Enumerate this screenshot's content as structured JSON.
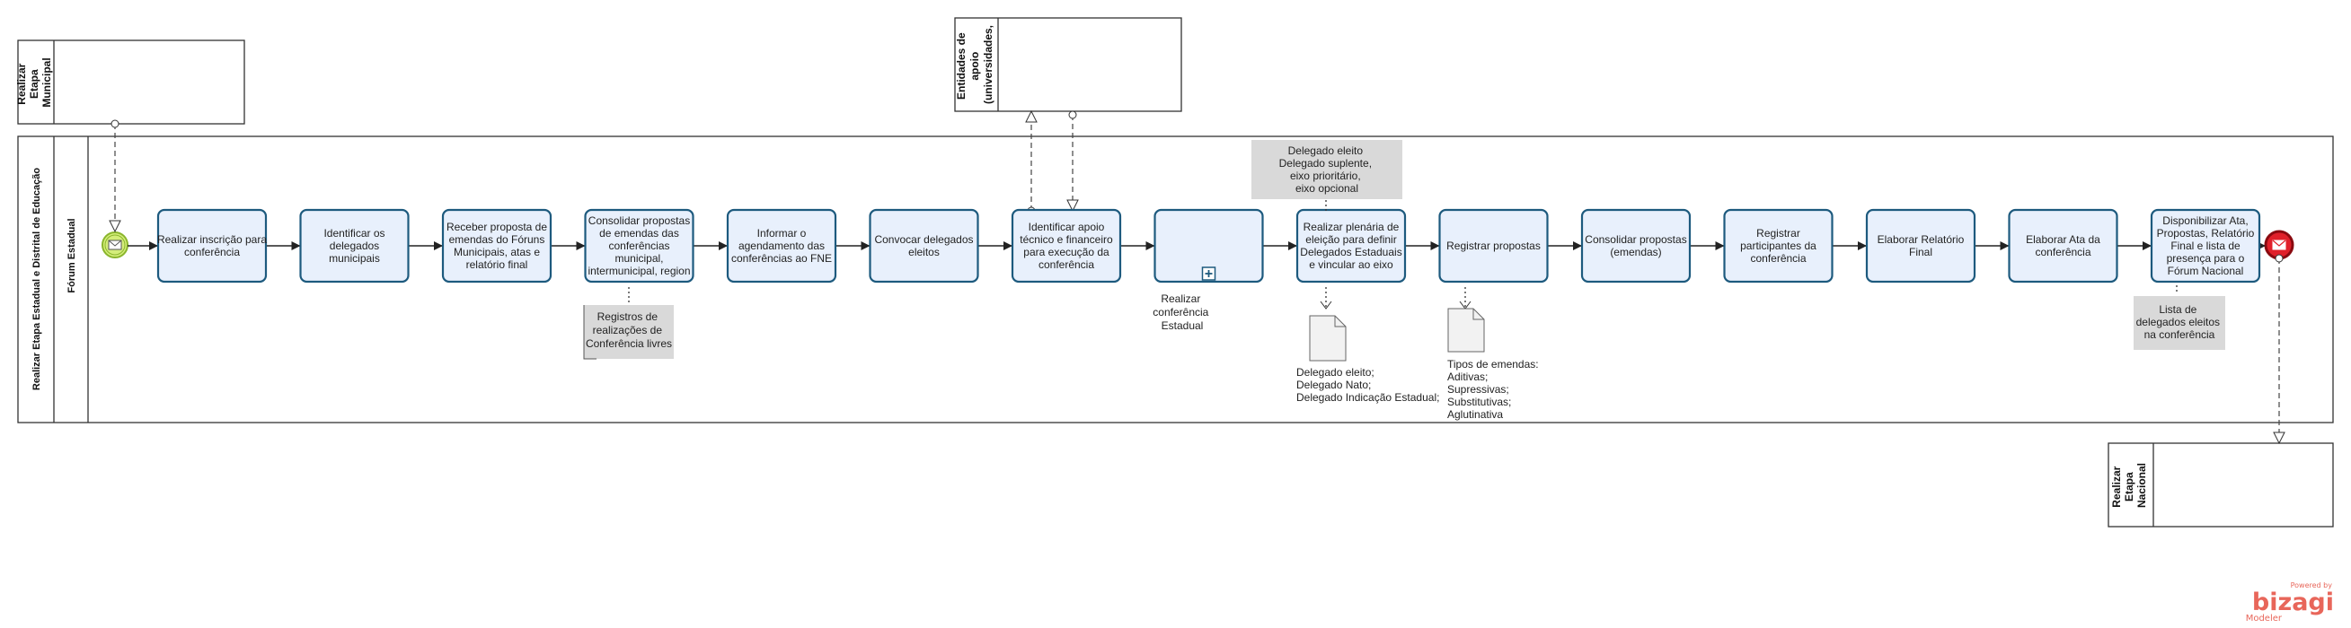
{
  "pools": {
    "municipal": {
      "lines": [
        "Realizar",
        "Etapa",
        "Municipal"
      ]
    },
    "apoio": {
      "lines": [
        "Entidades de",
        "apoio",
        "(universidades,"
      ]
    },
    "nacional": {
      "lines": [
        "Realizar",
        "Etapa",
        "Nacional"
      ]
    },
    "main": {
      "title": "Realizar Etapa Estadual e Distrital de Educação",
      "lane": "Fórum Estadual"
    }
  },
  "tasks": [
    {
      "lines": [
        "Realizar inscrição para",
        "conferência"
      ]
    },
    {
      "lines": [
        "Identificar os",
        "delegados",
        "municipais"
      ]
    },
    {
      "lines": [
        "Receber proposta de",
        "emendas do Fóruns",
        "Municipais, atas e",
        "relatório final"
      ]
    },
    {
      "lines": [
        "Consolidar propostas",
        "de emendas das",
        "conferências",
        "municipal,",
        "intermunicipal, region"
      ]
    },
    {
      "lines": [
        "Informar o",
        "agendamento das",
        "conferências ao FNE"
      ]
    },
    {
      "lines": [
        "Convocar delegados",
        "eleitos"
      ]
    },
    {
      "lines": [
        "Identificar apoio",
        "técnico e financeiro",
        "para execução da",
        "conferência"
      ]
    },
    {
      "lines": []
    },
    {
      "lines": [
        "Realizar plenária de",
        "eleição para definir",
        "Delegados Estaduais",
        "e vincular ao eixo"
      ]
    },
    {
      "lines": [
        "Registrar propostas"
      ]
    },
    {
      "lines": [
        "Consolidar propostas",
        "(emendas)"
      ]
    },
    {
      "lines": [
        "Registrar",
        "participantes da",
        "conferência"
      ]
    },
    {
      "lines": [
        "Elaborar Relatório",
        "Final"
      ]
    },
    {
      "lines": [
        "Elaborar Ata da",
        "conferência"
      ]
    },
    {
      "lines": [
        "Disponibilizar Ata,",
        "Propostas, Relatório",
        "Final e lista de",
        "presença para o",
        "Fórum Nacional"
      ]
    }
  ],
  "subprocess_label": [
    "Realizar",
    "conferência",
    "Estadual"
  ],
  "annotations": [
    {
      "lines": [
        "Registros de",
        "realizações de",
        "Conferência livres"
      ]
    },
    {
      "lines": [
        "Delegado eleito",
        "Delegado suplente,",
        "eixo prioritário,",
        "eixo opcional"
      ]
    },
    {
      "lines": [
        "Lista de",
        "delegados eleitos",
        "na conferência"
      ]
    }
  ],
  "documents": [
    {
      "lines": [
        "Delegado eleito;",
        "Delegado Nato;",
        "Delegado Indicação Estadual;"
      ]
    },
    {
      "lines": [
        "Tipos de emendas:",
        "Aditivas;",
        "Supressivas;",
        "Substitutivas;",
        "Aglutinativa"
      ]
    }
  ],
  "logo": {
    "powered": "Powered by",
    "brand": "bizagi",
    "product": "Modeler"
  },
  "colors": {
    "task_fill": "#e8f0fc",
    "task_stroke": "#1d5a7e",
    "start_fill": "#d4ed7a",
    "start_stroke": "#8ab52c",
    "end_fill": "#e0202a",
    "annotation": "#d9d9d9",
    "logo": "#e8665a"
  }
}
